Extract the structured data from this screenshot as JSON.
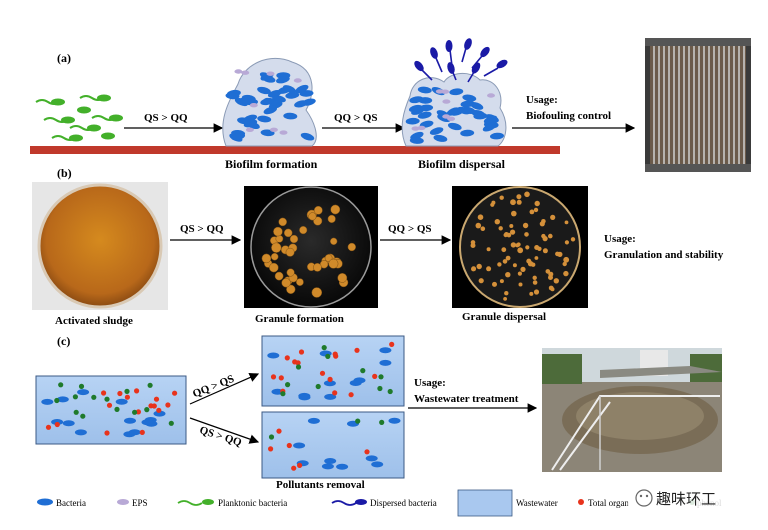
{
  "panel_a": {
    "label": "(a)",
    "arrow1": "QS > QQ",
    "arrow2": "QQ > QS",
    "caption1": "Biofilm formation",
    "caption2": "Biofilm dispersal",
    "usage_title": "Usage:",
    "usage_text": "Biofouling control"
  },
  "panel_b": {
    "label": "(b)",
    "arrow1": "QS > QQ",
    "arrow2": "QQ > QS",
    "caption1": "Activated sludge",
    "caption2": "Granule  formation",
    "caption3": "Granule  dispersal",
    "usage_title": "Usage:",
    "usage_text": "Granulation and stability"
  },
  "panel_c": {
    "label": "(c)",
    "arrow_up": "QQ > QS",
    "arrow_down": "QS > QQ",
    "caption": "Pollutants removal",
    "usage_title": "Usage:",
    "usage_text": "Wastewater treatment"
  },
  "legend": {
    "bacteria": "Bacteria",
    "eps": "EPS",
    "planktonic": "Planktonic bacteria",
    "dispersed": "Dispersed bacteria",
    "wastewater": "Wastewater",
    "organic": "Total organ",
    "phenol": "phenol"
  },
  "watermark": "趣味环工",
  "colors": {
    "bacteria": "#1565c0",
    "eps": "#b8a9d6",
    "planktonic": "#43b02a",
    "dispersed": "#1a1aa6",
    "wastewater": "#a9c8ef",
    "organic": "#e8331c",
    "phenol": "#1f7a2b",
    "surface": "#c0392b"
  }
}
